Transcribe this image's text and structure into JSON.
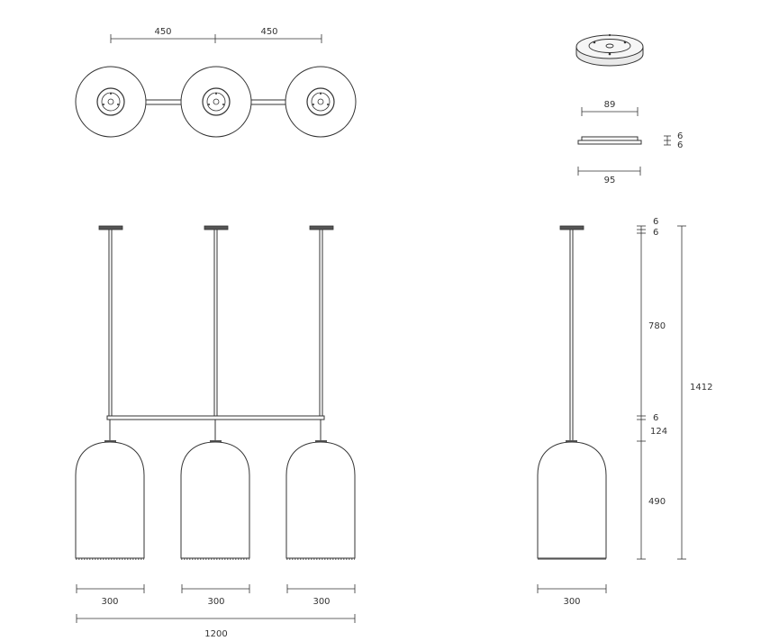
{
  "colors": {
    "ink": "#333333",
    "background": "#ffffff",
    "cap": "#555555"
  },
  "top_view": {
    "spacing_left": "450",
    "spacing_right": "450"
  },
  "canopy": {
    "diameter_top": "89",
    "diameter_bottom": "95",
    "thickness_upper": "6",
    "thickness_lower": "6"
  },
  "front_view": {
    "shade_width_1": "300",
    "shade_width_2": "300",
    "shade_width_3": "300",
    "overall_width": "1200"
  },
  "side_view": {
    "canopy_upper": "6",
    "canopy_lower": "6",
    "rod_length": "780",
    "bar_thickness": "6",
    "connector": "124",
    "shade_height": "490",
    "overall_height": "1412",
    "shade_width": "300"
  }
}
